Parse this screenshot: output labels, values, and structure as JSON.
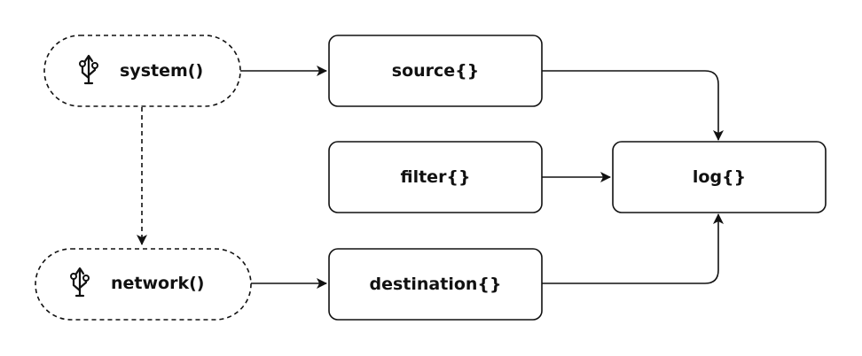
{
  "nodes": {
    "system": {
      "label": "system()",
      "icon": "usb-icon"
    },
    "network": {
      "label": "network()",
      "icon": "usb-icon"
    },
    "source": {
      "label": "source{}"
    },
    "filter": {
      "label": "filter{}"
    },
    "destination": {
      "label": "destination{}"
    },
    "log": {
      "label": "log{}"
    }
  },
  "colors": {
    "stroke": "#111111",
    "background": "#ffffff"
  }
}
